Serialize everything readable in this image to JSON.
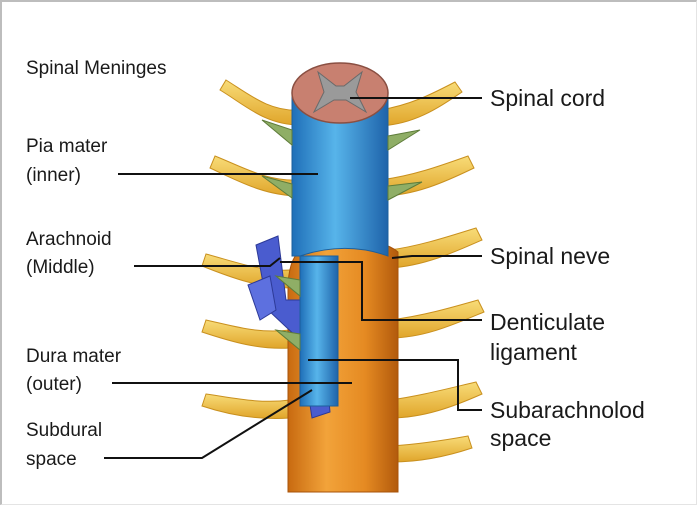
{
  "title": "Spinal Meninges",
  "labels": {
    "spinal_cord": "Spinal cord",
    "pia_mater": [
      "Pia mater",
      "(inner)"
    ],
    "arachnoid": [
      "Arachnoid",
      "(Middle)"
    ],
    "spinal_nerve": "Spinal neve",
    "denticulate_ligament": [
      "Denticulate",
      "ligament"
    ],
    "dura_mater": [
      "Dura mater",
      "(outer)"
    ],
    "subarachnoid_space": [
      "Subarachnolod",
      "space"
    ],
    "subdural_space": [
      "Subdural",
      "space"
    ]
  },
  "colors": {
    "dura": "#e8982e",
    "arachnoid": "#4a5ccf",
    "pia": "#3aa0dc",
    "nerve": "#f2c84a",
    "cord_section": "#c88070",
    "grey_matter": "#9a9a9a"
  }
}
